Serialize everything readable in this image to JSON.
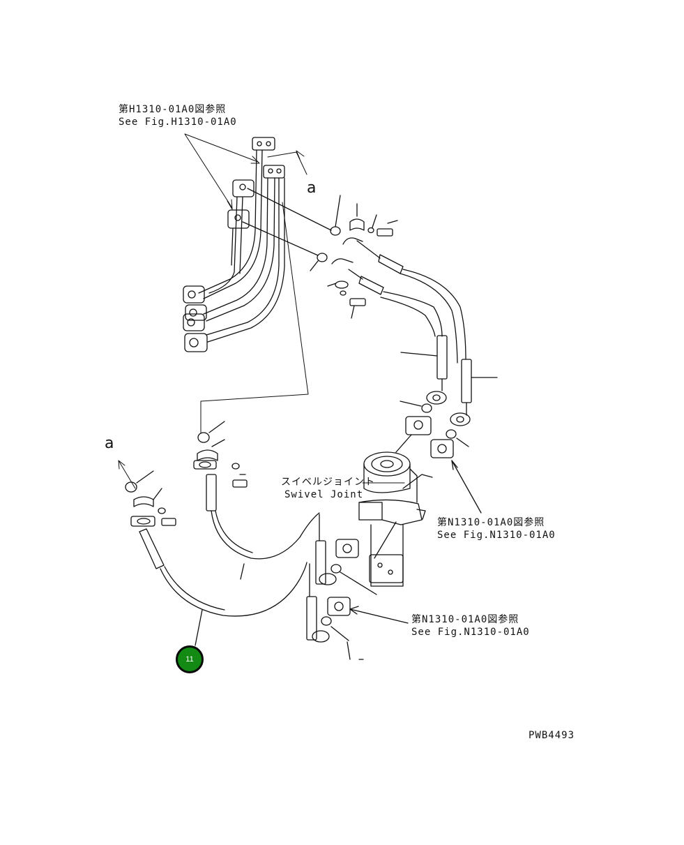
{
  "refs": {
    "h1310_jp": "第H1310-01A0図参照",
    "h1310_en": "See Fig.H1310-01A0",
    "n1310_a_jp": "第N1310-01A0図参照",
    "n1310_a_en": "See Fig.N1310-01A0",
    "n1310_b_jp": "第N1310-01A0図参照",
    "n1310_b_en": "See Fig.N1310-01A0"
  },
  "swivel": {
    "jp": "スイベルジョイント",
    "en": "Swivel Joint"
  },
  "markers": {
    "a_top": "a",
    "a_left": "a"
  },
  "callout": {
    "number": "11",
    "color": "#138a13"
  },
  "drawing_code": "PWB4493"
}
